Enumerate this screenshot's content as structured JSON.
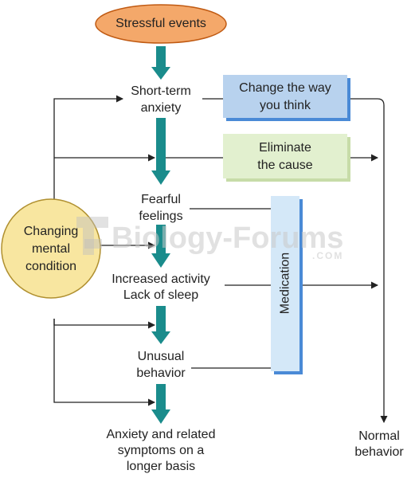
{
  "nodes": {
    "stressful_events": "Stressful events",
    "short_term_anxiety": [
      "Short-term",
      "anxiety"
    ],
    "change_the_way_you_think": [
      "Change the way",
      "you think"
    ],
    "eliminate_the_cause": [
      "Eliminate",
      "the cause"
    ],
    "fearful_feelings": [
      "Fearful",
      "feelings"
    ],
    "changing_mental_condition": [
      "Changing",
      "mental",
      "condition"
    ],
    "medication": "Medication",
    "increased_activity_lack_of_sleep": [
      "Increased activity",
      "Lack of sleep"
    ],
    "unusual_behavior": [
      "Unusual",
      "behavior"
    ],
    "anxiety_longer_basis": [
      "Anxiety and related",
      "symptoms on a",
      "longer basis"
    ],
    "normal_behavior": [
      "Normal",
      "behavior"
    ]
  },
  "watermark": {
    "main": "Biology-Forums",
    "sub": ".COM"
  },
  "colors": {
    "oval_fill": "#f4a86a",
    "oval_stroke": "#c05a12",
    "circle_fill": "#f8e6a0",
    "circle_stroke": "#b09030",
    "blue_box": "#b8d2ee",
    "green_box": "#e2f0cf",
    "medication_box": "#d4e8f8",
    "box_shadow": "#4a8ad6",
    "teal_arrow": "#1a8c8c",
    "line": "#222222"
  }
}
